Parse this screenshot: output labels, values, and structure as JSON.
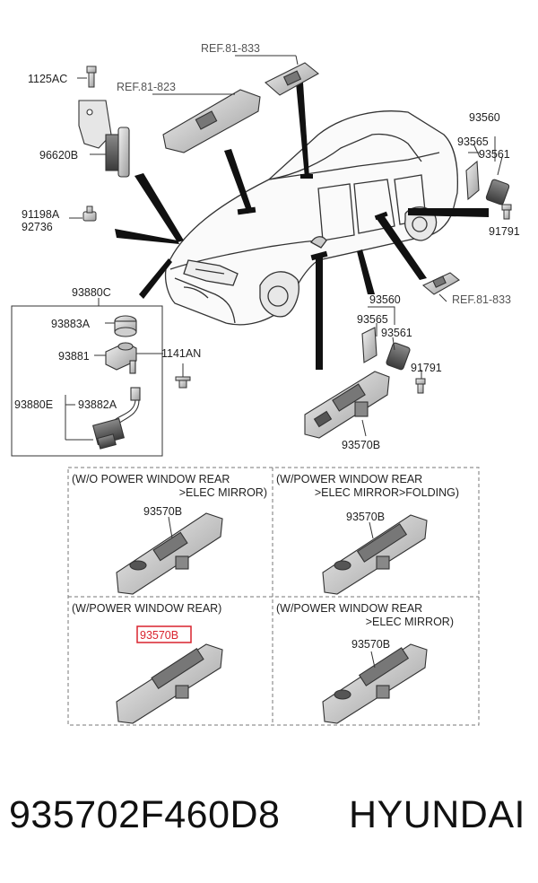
{
  "labels": {
    "bolt_top": "1125AC",
    "bracket": "96620B",
    "clip_a": "91198A",
    "clip_b": "92736",
    "sensor_assy": "93880C",
    "sensor_cover": "93883A",
    "sensor_body": "93881",
    "sensor_bolt": "1141AN",
    "sensor_harness": "93880E",
    "sensor_connector": "93882A",
    "rear_switch_top": "93560",
    "rear_switch_holder_top": "93565",
    "rear_switch_cover_top": "93561",
    "rear_screw_top": "91791",
    "rear_switch_mid": "93560",
    "rear_switch_holder_mid": "93565",
    "rear_switch_cover_mid": "93561",
    "rear_screw_mid": "91791",
    "main_switch": "93570B"
  },
  "refs": {
    "ref_top": "REF.81-833",
    "ref_left": "REF.81-823",
    "ref_right": "REF.81-833"
  },
  "options": [
    {
      "line1": "(W/O POWER WINDOW REAR",
      "line2": ">ELEC MIRROR)",
      "part": "93570B",
      "highlight": false
    },
    {
      "line1": "(W/POWER WINDOW REAR",
      "line2": ">ELEC MIRROR>FOLDING)",
      "part": "93570B",
      "highlight": false
    },
    {
      "line1": "(W/POWER WINDOW REAR)",
      "line2": "",
      "part": "93570B",
      "highlight": true
    },
    {
      "line1": "(W/POWER WINDOW REAR",
      "line2": ">ELEC MIRROR)",
      "part": "93570B",
      "highlight": false
    }
  ],
  "footer": {
    "part_number": "935702F460D8",
    "brand": "HYUNDAI"
  },
  "colors": {
    "highlight": "#d9232e",
    "line": "#333333"
  }
}
